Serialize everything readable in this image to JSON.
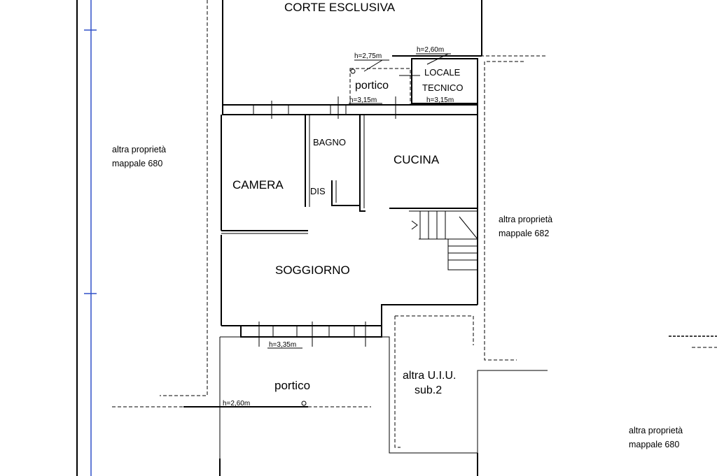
{
  "plan": {
    "rooms": {
      "corte": "CORTE ESCLUSIVA",
      "portico_top": "portico",
      "locale_1": "LOCALE",
      "locale_2": "TECNICO",
      "bagno": "BAGNO",
      "cucina": "CUCINA",
      "camera": "CAMERA",
      "dis": "DIS",
      "soggiorno": "SOGGIORNO",
      "portico_bottom": "portico",
      "altra_uiu_1": "altra U.I.U.",
      "altra_uiu_2": "sub.2"
    },
    "heights": {
      "h_275": "h=2,75m",
      "h_260_top": "h=2,60m",
      "h_315_a": "h=3,15m",
      "h_315_b": "h=3,15m",
      "h_335": "h=3,35m",
      "h_260_bottom": "h=2,60m"
    },
    "neighbors": {
      "left_1": "altra proprietà",
      "left_2": "mappale  680",
      "right_1": "altra proprietà",
      "right_2": "mappale  682",
      "bottom_right_1": "altra proprietà",
      "bottom_right_2": "mappale  680"
    }
  }
}
